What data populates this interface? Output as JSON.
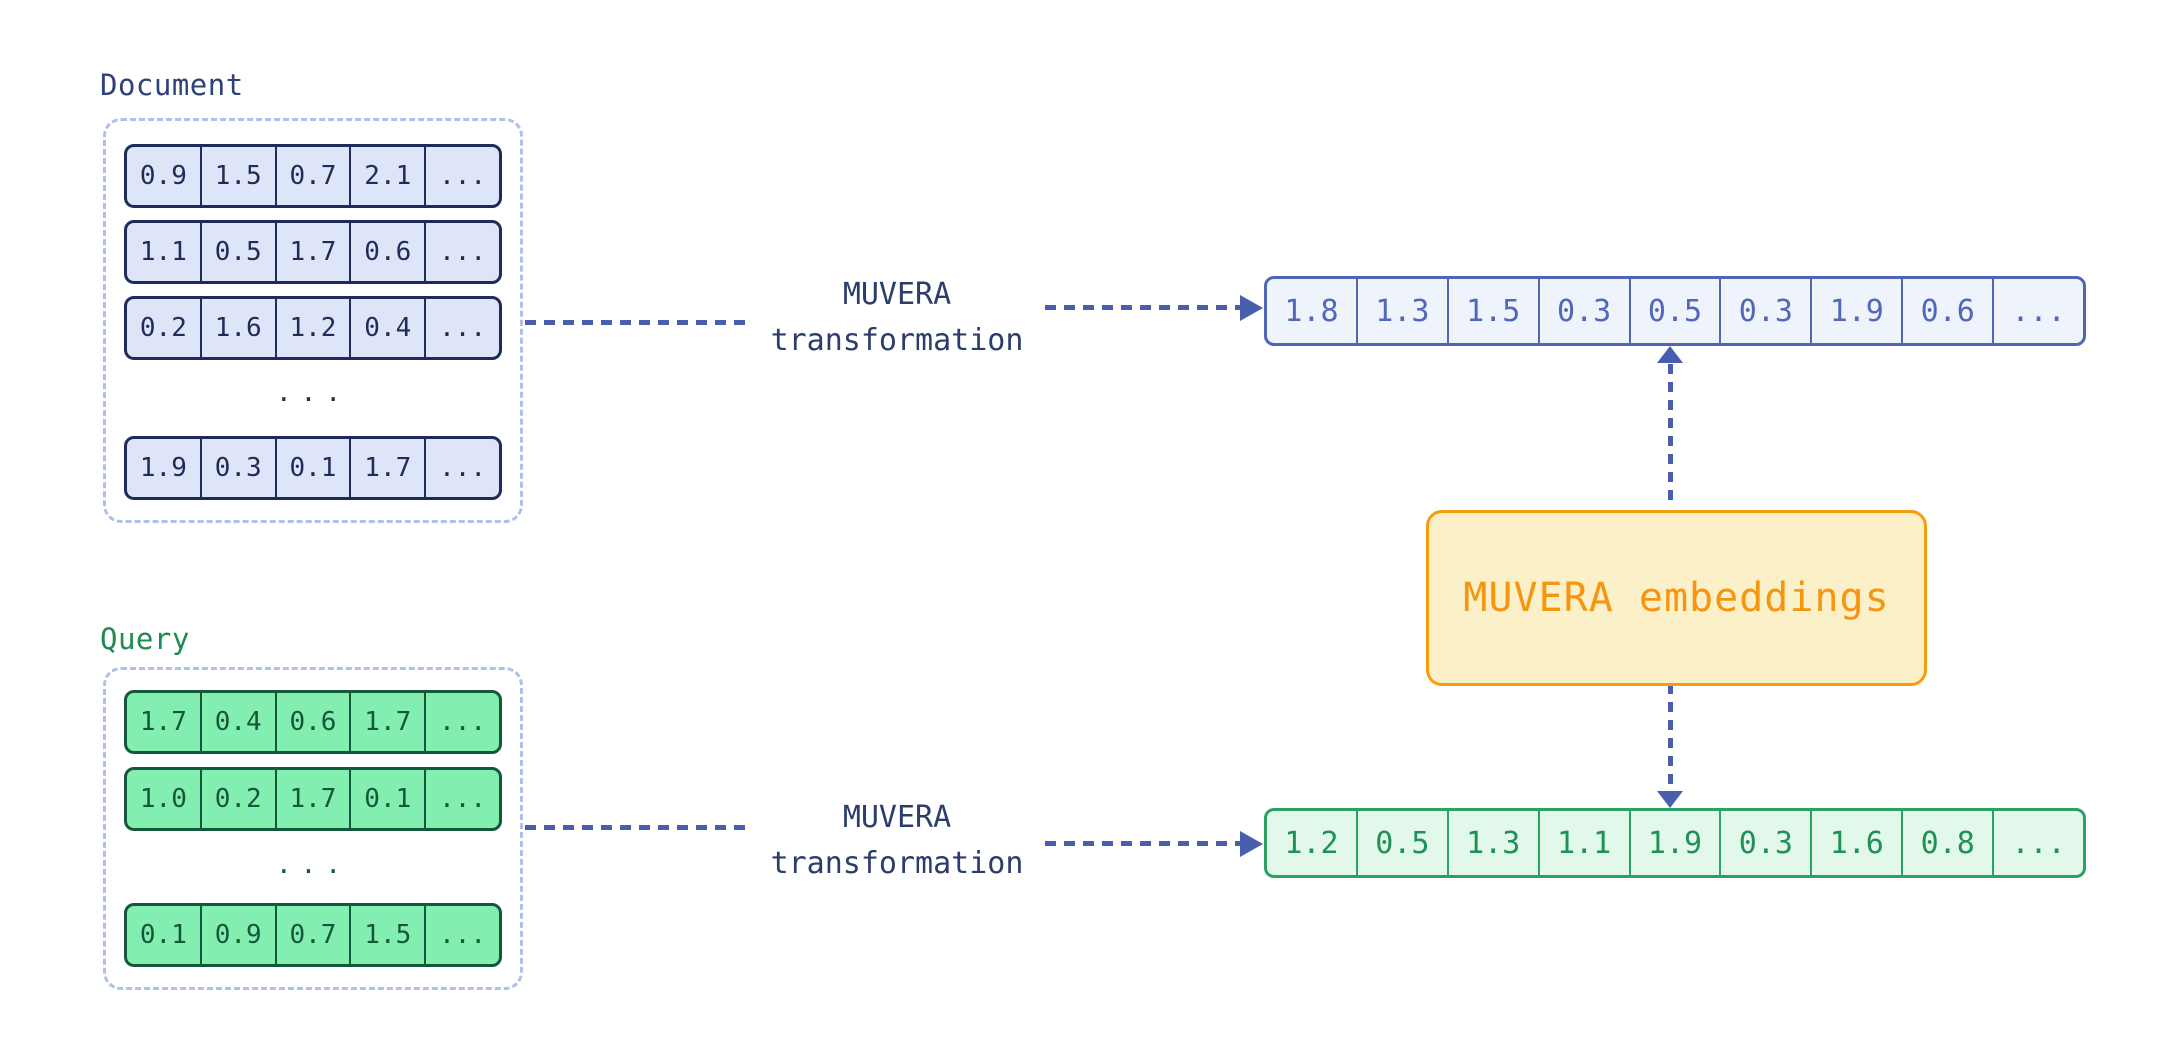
{
  "document": {
    "label": "Document",
    "rows": [
      [
        "0.9",
        "1.5",
        "0.7",
        "2.1",
        "..."
      ],
      [
        "1.1",
        "0.5",
        "1.7",
        "0.6",
        "..."
      ],
      [
        "0.2",
        "1.6",
        "1.2",
        "0.4",
        "..."
      ],
      [
        "1.9",
        "0.3",
        "0.1",
        "1.7",
        "..."
      ]
    ],
    "ellipsis": "..."
  },
  "query": {
    "label": "Query",
    "rows": [
      [
        "1.7",
        "0.4",
        "0.6",
        "1.7",
        "..."
      ],
      [
        "1.0",
        "0.2",
        "1.7",
        "0.1",
        "..."
      ],
      [
        "0.1",
        "0.9",
        "0.7",
        "1.5",
        "..."
      ]
    ],
    "ellipsis": "..."
  },
  "transform_document": {
    "line1": "MUVERA",
    "line2": "transformation"
  },
  "transform_query": {
    "line1": "MUVERA",
    "line2": "transformation"
  },
  "muvera_embeddings": {
    "label": "MUVERA embeddings"
  },
  "document_embedding": {
    "values": [
      "1.8",
      "1.3",
      "1.5",
      "0.3",
      "0.5",
      "0.3",
      "1.9",
      "0.6",
      "..."
    ]
  },
  "query_embedding": {
    "values": [
      "1.2",
      "0.5",
      "1.3",
      "1.1",
      "1.9",
      "0.3",
      "1.6",
      "0.8",
      "..."
    ]
  },
  "colors": {
    "background": "#FFFFFF",
    "document_accent": "#1F2C59",
    "document_fill": "#DEE5F8",
    "document_label": "#2F4175",
    "query_accent": "#14573B",
    "query_fill": "#82EFB1",
    "query_label": "#1E8A50",
    "document_embedding_fill": "#EFF3FB",
    "document_embedding_accent": "#4E66B4",
    "query_embedding_fill": "#E2F8EB",
    "query_embedding_accent": "#2BA164",
    "embeddings_box_fill": "#FBF0C8",
    "embeddings_box_accent": "#F59D0D",
    "connector": "#4A5EAE",
    "dashed_container": "#AFC1E9"
  }
}
